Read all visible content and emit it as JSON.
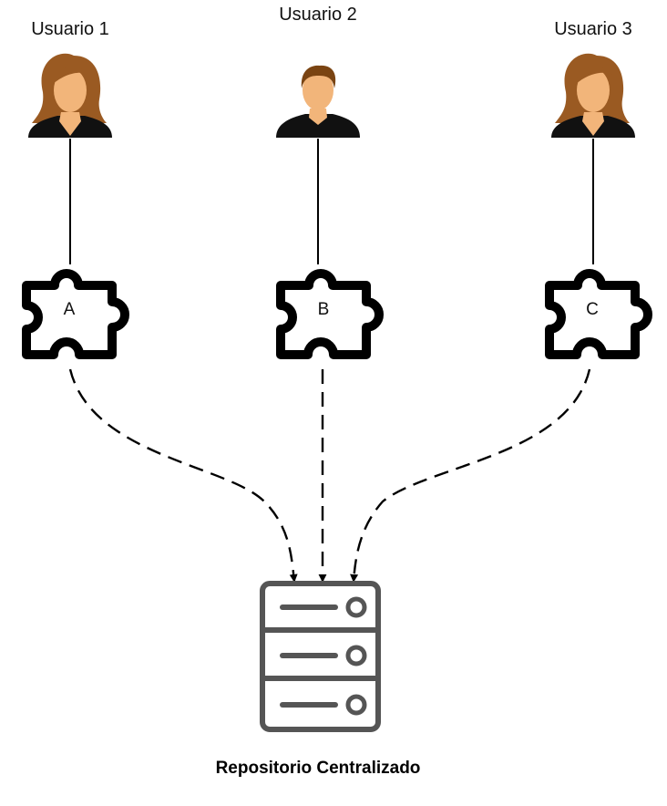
{
  "users": [
    {
      "label": "Usuario 1",
      "avatar": "female-user-icon",
      "module": "A"
    },
    {
      "label": "Usuario 2",
      "avatar": "male-user-icon",
      "module": "B"
    },
    {
      "label": "Usuario 3",
      "avatar": "female-user-icon",
      "module": "C"
    }
  ],
  "repository": {
    "label": "Repositorio Centralizado",
    "icon": "server-icon"
  },
  "colors": {
    "line": "#000000",
    "skin": "#f2b57a",
    "hair": "#9a5a22",
    "server": "#555555"
  }
}
